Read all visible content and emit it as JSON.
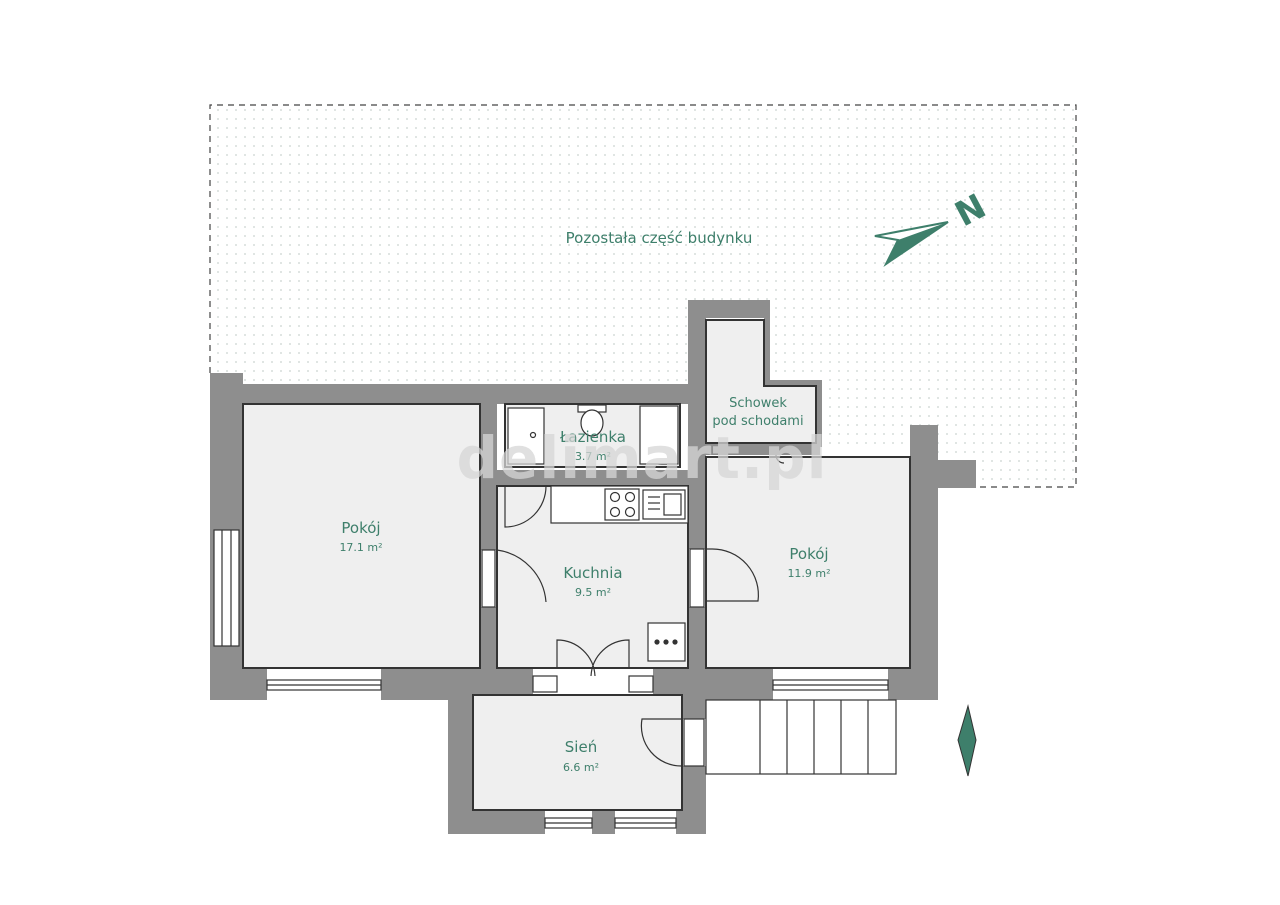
{
  "plan": {
    "outside_label": "Pozostała część budynku",
    "watermark": "delimart.pl",
    "north_letter": "N",
    "colors": {
      "wall": "#8e8e8e",
      "floor": "#efefef",
      "label": "#3e7f6b",
      "accent": "#3e7f6b",
      "outside_dots": "#c9d3cf"
    },
    "rooms": [
      {
        "name": "Pokój",
        "area": "17.1 m²"
      },
      {
        "name": "Łazienka",
        "area": "3.7 m²"
      },
      {
        "name": "Kuchnia",
        "area": "9.5 m²"
      },
      {
        "name": "Schowek",
        "name2": "pod schodami"
      },
      {
        "name": "Pokój",
        "area": "11.9 m²"
      },
      {
        "name": "Sień",
        "area": "6.6 m²"
      }
    ]
  }
}
